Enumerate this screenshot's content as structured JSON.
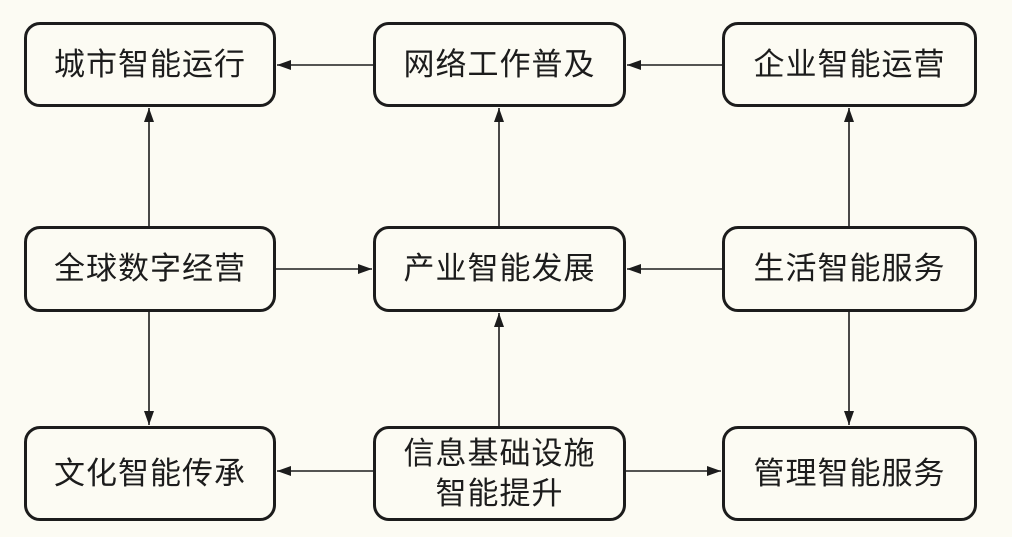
{
  "nodes": {
    "city_operation": "城市智能运行",
    "network_work": "网络工作普及",
    "enterprise_operation": "企业智能运营",
    "global_digital": "全球数字经营",
    "industry_development": "产业智能发展",
    "life_service": "生活智能服务",
    "culture_heritage": "文化智能传承",
    "infrastructure_line1": "信息基础设施",
    "infrastructure_line2": "智能提升",
    "management_service": "管理智能服务"
  },
  "colors": {
    "line": "#1c1c1c",
    "background": "#fcfbf3"
  }
}
